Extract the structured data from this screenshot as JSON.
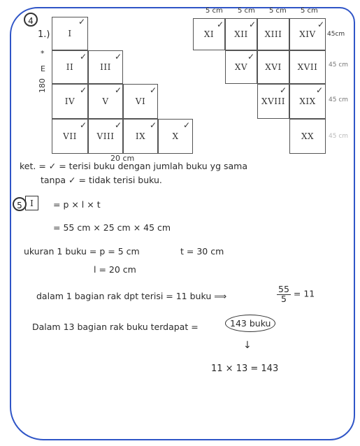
{
  "section_number": "4",
  "problem_number": "1.)",
  "top_dims": [
    "5 cm",
    "5 cm",
    "5 cm",
    "5 cm"
  ],
  "right_dims": [
    "45cm",
    "45 cm",
    "45 cm",
    "45 cm"
  ],
  "left_dim": "180",
  "left_dim_e": "E",
  "asterisk": "*",
  "bottom_dim": "20 cm",
  "left_cells": [
    "I",
    "II",
    "III",
    "IV",
    "V",
    "VI",
    "VII",
    "VIII",
    "IX",
    "X"
  ],
  "right_cells": [
    "XI",
    "XII",
    "XIII",
    "XIV",
    "XV",
    "XVI",
    "XVII",
    "XVIII",
    "XIX",
    "XX"
  ],
  "check": "✓",
  "notes": {
    "line1": "ket. = ✓ = terisi buku dengan jumlah buku yg sama",
    "line2": "tanpa ✓ = tidak terisi buku."
  },
  "section2_number": "5",
  "boxed_label": "I",
  "work": {
    "formula": "= p × l × t",
    "calc": "= 55 cm × 25 cm × 45 cm",
    "book_label": "ukuran 1 buku = p = 5 cm",
    "book_t": "t = 30 cm",
    "book_l": "l = 20 cm",
    "shelf_line": "dalam 1 bagian rak dpt terisi = 11 buku ⟹",
    "frac_num": "55",
    "frac_den": "5",
    "frac_result": "= 11",
    "total_line": "Dalam 13 bagian rak buku terdapat =",
    "total_oval": "143 buku",
    "final": "11 × 13   = 143"
  }
}
